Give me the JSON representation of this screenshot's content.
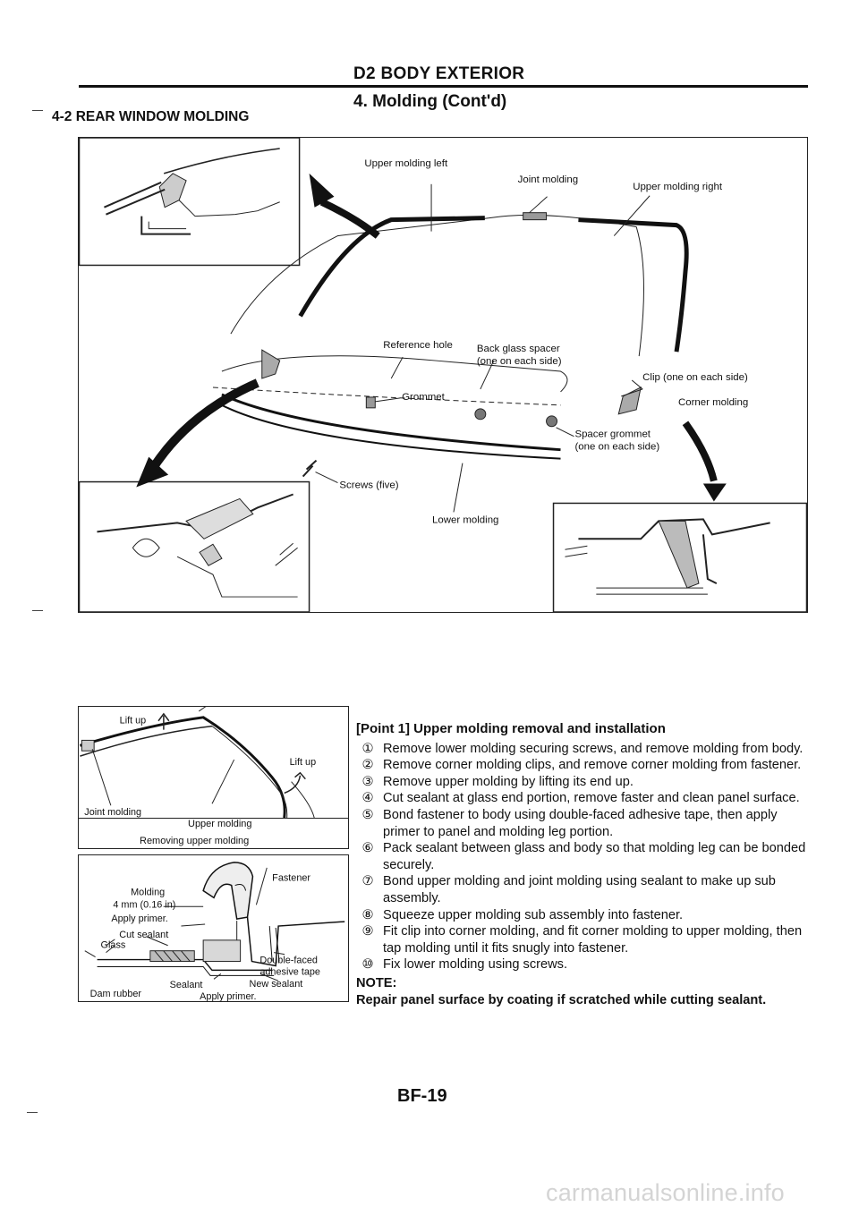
{
  "header": {
    "section": "D2 BODY EXTERIOR",
    "subtitle": "4. Molding (Cont'd)",
    "subsection": "4-2 REAR WINDOW MOLDING"
  },
  "main_figure": {
    "labels": {
      "upper_left": "Upper molding left",
      "joint": "Joint molding",
      "upper_right": "Upper molding right",
      "reference_hole": "Reference hole",
      "back_glass_spacer": "Back glass spacer",
      "back_glass_spacer_note": "(one on each side)",
      "clip": "Clip (one on each side)",
      "grommet": "Grommet",
      "corner_molding": "Corner molding",
      "spacer_grommet": "Spacer grommet",
      "spacer_grommet_note": "(one on each side)",
      "screws": "Screws (five)",
      "lower_molding": "Lower molding"
    }
  },
  "removal_figure": {
    "labels": {
      "lift_up_1": "Lift up",
      "lift_up_2": "Lift up",
      "joint": "Joint molding",
      "upper": "Upper molding",
      "caption": "Removing upper molding"
    }
  },
  "section_figure": {
    "labels": {
      "molding": "Molding",
      "dimension": "4 mm (0.16 in)",
      "apply_primer_1": "Apply primer.",
      "cut_sealant": "Cut sealant",
      "glass": "Glass",
      "fastener": "Fastener",
      "double_faced_1": "Double-faced",
      "double_faced_2": "adhesive tape",
      "sealant": "Sealant",
      "new_sealant": "New sealant",
      "dam_rubber": "Dam rubber",
      "apply_primer_2": "Apply primer."
    }
  },
  "instructions": {
    "title": "[Point 1] Upper molding removal and installation",
    "steps": [
      {
        "num": "①",
        "text": "Remove lower molding securing screws, and remove molding from body."
      },
      {
        "num": "②",
        "text": "Remove corner molding clips, and remove corner molding from fastener."
      },
      {
        "num": "③",
        "text": "Remove upper molding by lifting its end up."
      },
      {
        "num": "④",
        "text": "Cut sealant at glass end portion, remove faster and clean panel surface."
      },
      {
        "num": "⑤",
        "text": "Bond fastener to body using double-faced adhesive tape, then apply primer to panel and molding leg portion."
      },
      {
        "num": "⑥",
        "text": "Pack sealant between glass and body so that molding leg can be bonded securely."
      },
      {
        "num": "⑦",
        "text": "Bond upper molding and joint molding using sealant to make up sub assembly."
      },
      {
        "num": "⑧",
        "text": "Squeeze upper molding sub assembly into fastener."
      },
      {
        "num": "⑨",
        "text": "Fit clip into corner molding, and fit corner molding to upper molding, then tap molding until it fits snugly into fastener."
      },
      {
        "num": "⑩",
        "text": "Fix lower molding using screws."
      }
    ],
    "note_label": "NOTE:",
    "note_text": "Repair panel surface by coating if scratched while cutting sealant."
  },
  "footer": {
    "page": "BF-19",
    "watermark": "carmanualsonline.info"
  }
}
